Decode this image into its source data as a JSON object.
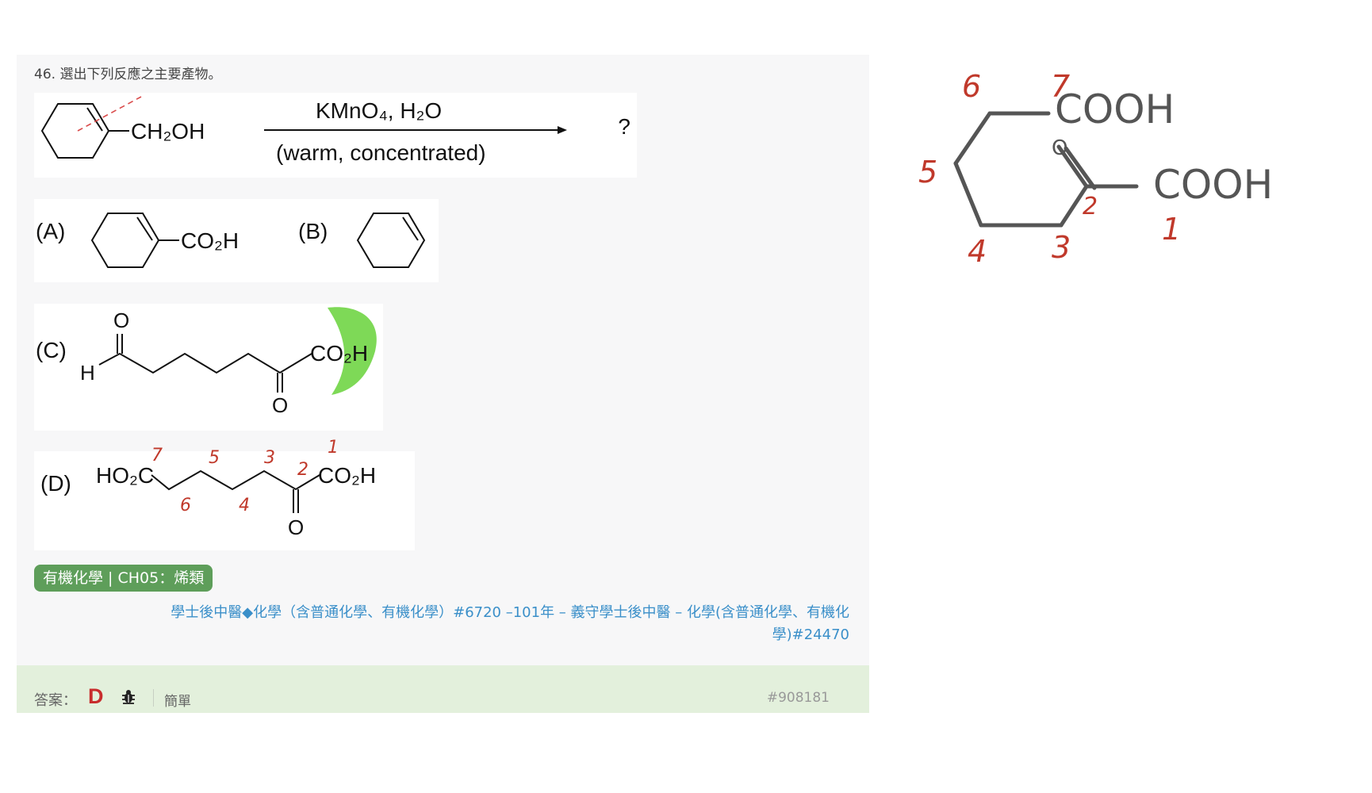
{
  "question": {
    "text": "46. 選出下列反應之主要產物。"
  },
  "reaction": {
    "reactant_group": "CH₂OH",
    "reagent": "KMnO₄, H₂O",
    "conditions": "(warm, concentrated)",
    "product": "?"
  },
  "options": {
    "a": {
      "label": "(A)",
      "group": "CO₂H"
    },
    "b": {
      "label": "(B)"
    },
    "c": {
      "label": "(C)",
      "aldehyde_o": "O",
      "aldehyde_h": "H",
      "ketone_o": "O",
      "acid": "CO₂H"
    },
    "d": {
      "label": "(D)",
      "left_acid": "HO₂C",
      "ketone_o": "O",
      "right_acid": "CO₂H",
      "annotations": [
        "7",
        "6",
        "5",
        "4",
        "3",
        "2",
        "1"
      ]
    }
  },
  "tag": "有機化學 | CH05：烯類",
  "source": {
    "line1": "學士後中醫◆化學（含普通化學、有機化學）#6720 –101年 – 義守學士後中醫 – 化學(含普通化學、有機化",
    "line2": "學)#24470"
  },
  "answer": {
    "label": "答案：",
    "value": "D",
    "difficulty": "簡單",
    "id": "#908181"
  },
  "sketch": {
    "labels": [
      "COOH",
      "COOH",
      "O"
    ],
    "numbers": [
      "6",
      "7",
      "5",
      "2",
      "1",
      "4",
      "3"
    ]
  },
  "colors": {
    "highlight": "#7ed957",
    "annotation": "#c0392b",
    "tag": "#5e9e5a",
    "link": "#3a8fc9"
  }
}
